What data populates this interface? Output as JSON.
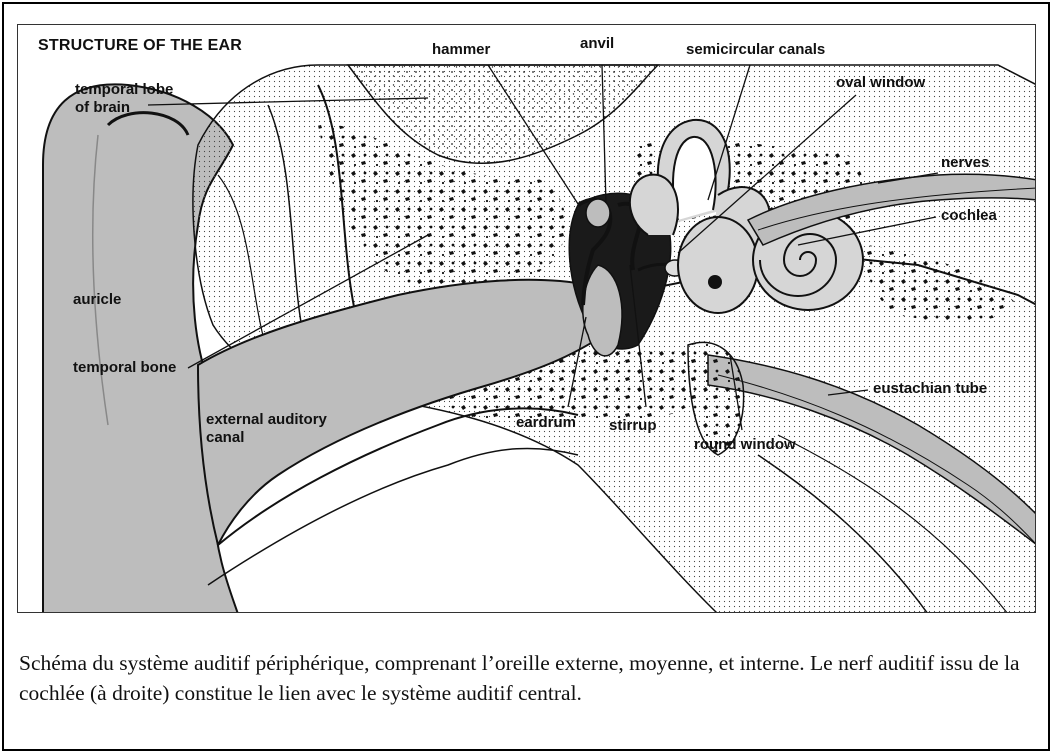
{
  "figure": {
    "title": "STRUCTURE OF THE EAR",
    "labels": {
      "temporal_lobe": "temporal lobe",
      "temporal_lobe_2": "of brain",
      "hammer": "hammer",
      "anvil": "anvil",
      "semicircular_canals": "semicircular canals",
      "oval_window": "oval window",
      "nerves": "nerves",
      "cochlea": "cochlea",
      "auricle": "auricle",
      "temporal_bone": "temporal bone",
      "external_canal": "external auditory",
      "external_canal_2": "canal",
      "eardrum": "eardrum",
      "stirrup": "stirrup",
      "round_window": "round window",
      "eustachian_tube": "eustachian tube"
    }
  },
  "caption": "Schéma du système auditif périphérique, comprenant l’oreille externe, moyenne, et interne. Le nerf auditif issu de la cochlée (à droite) constitue le lien avec le système auditif central.",
  "colors": {
    "tissue": "#bdbdbd",
    "bone": "#ffffff",
    "ink": "#111111"
  }
}
